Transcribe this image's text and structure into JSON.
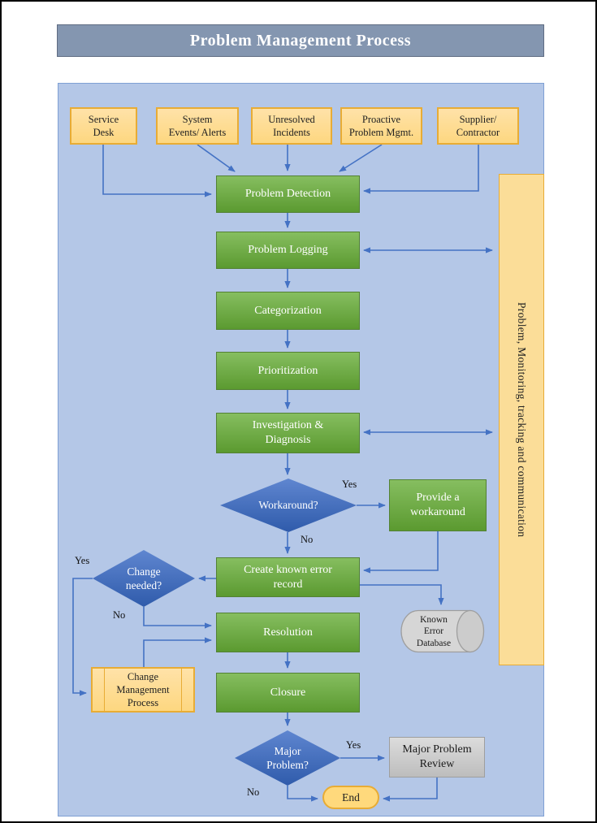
{
  "title": "Problem Management Process",
  "colors": {
    "title_fill": "#8496B0",
    "title_border": "#5F6C82",
    "panel_fill": "#B4C7E7",
    "panel_border": "#7FA0D4",
    "orange_top": "#FFE2A8",
    "orange_bot": "#FDD780",
    "orange_border": "#E8AC35",
    "band_fill": "#FBDD98",
    "green_top": "#86BE60",
    "green_bot": "#5B9A30",
    "green_border": "#538135",
    "blue_top": "#5F86D0",
    "blue_bot": "#2F5BAB",
    "gray_top": "#DCDCDC",
    "gray_bot": "#BDBDBD",
    "gray_border": "#9E9E9E",
    "cyl_fill": "#D6D6D6",
    "cyl_lid": "#CCCCCC",
    "cyl_border": "#9E9E9E",
    "end_fill": "#FFD97C",
    "arrow": "#4472C4"
  },
  "nodes": {
    "service_desk": "Service\nDesk",
    "system_events": "System\nEvents/ Alerts",
    "unresolved_incidents": "Unresolved\nIncidents",
    "proactive_problem_mgmt": "Proactive\nProblem Mgmt.",
    "supplier_contractor": "Supplier/\nContractor",
    "problem_detection": "Problem Detection",
    "problem_logging": "Problem Logging",
    "categorization": "Categorization",
    "prioritization": "Prioritization",
    "investigation_diagnosis": "Investigation &\nDiagnosis",
    "workaround_decision": "Workaround?",
    "provide_workaround": "Provide a\nworkaround",
    "create_known_error_record": "Create known error\nrecord",
    "change_needed_decision": "Change\nneeded?",
    "resolution": "Resolution",
    "change_management_process": "Change\nManagement\nProcess",
    "closure": "Closure",
    "known_error_database": "Known\nError\nDatabase",
    "major_problem_decision": "Major\nProblem?",
    "major_problem_review": "Major Problem\nReview",
    "end": "End",
    "side_band": "Problem, Monitoring, tracking and communication"
  },
  "edge_labels": {
    "workaround_yes": "Yes",
    "workaround_no": "No",
    "change_needed_yes": "Yes",
    "change_needed_no": "No",
    "major_problem_yes": "Yes",
    "major_problem_no": "No"
  }
}
